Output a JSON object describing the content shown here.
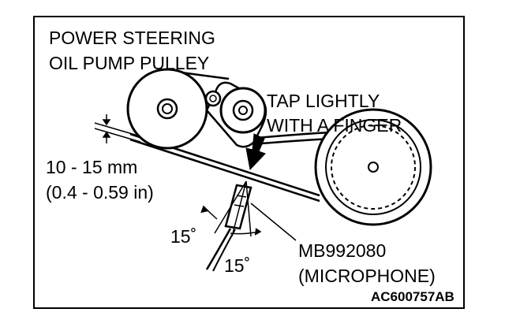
{
  "labels": {
    "pulley_line1": "POWER STEERING",
    "pulley_line2": "OIL PUMP PULLEY",
    "tap_line1": "TAP LIGHTLY",
    "tap_line2": "WITH A FINGER",
    "deflection_line1": "10 - 15 mm",
    "deflection_line2": "(0.4 - 0.59 in)",
    "angle_upper": "15˚",
    "angle_lower": "15˚",
    "tool_line1": "MB992080",
    "tool_line2": "(MICROPHONE)",
    "figure_ref": "AC600757AB"
  }
}
